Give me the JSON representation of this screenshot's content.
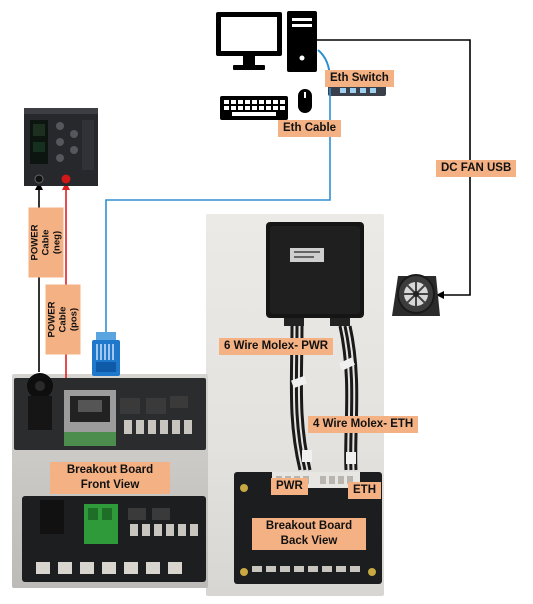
{
  "labels": {
    "eth_switch": "Eth Switch",
    "eth_cable": "Eth Cable",
    "dc_fan_usb": "DC FAN USB",
    "power_cable_neg": "POWER Cable\n(neg)",
    "power_cable_pos": "POWER Cable\n(pos)",
    "molex_pwr": "6 Wire Molex- PWR",
    "molex_eth": "4 Wire Molex- ETH",
    "breakout_front": "Breakout Board\nFront View",
    "pwr": "PWR",
    "eth": "ETH",
    "breakout_back": "Breakout Board\nBack View"
  },
  "colors": {
    "label_bg": "#f4b183",
    "eth_cable_line": "#2e8fd0",
    "fan_usb_line": "#000000",
    "power_pos_line": "#e02020",
    "power_neg_line": "#000000"
  }
}
